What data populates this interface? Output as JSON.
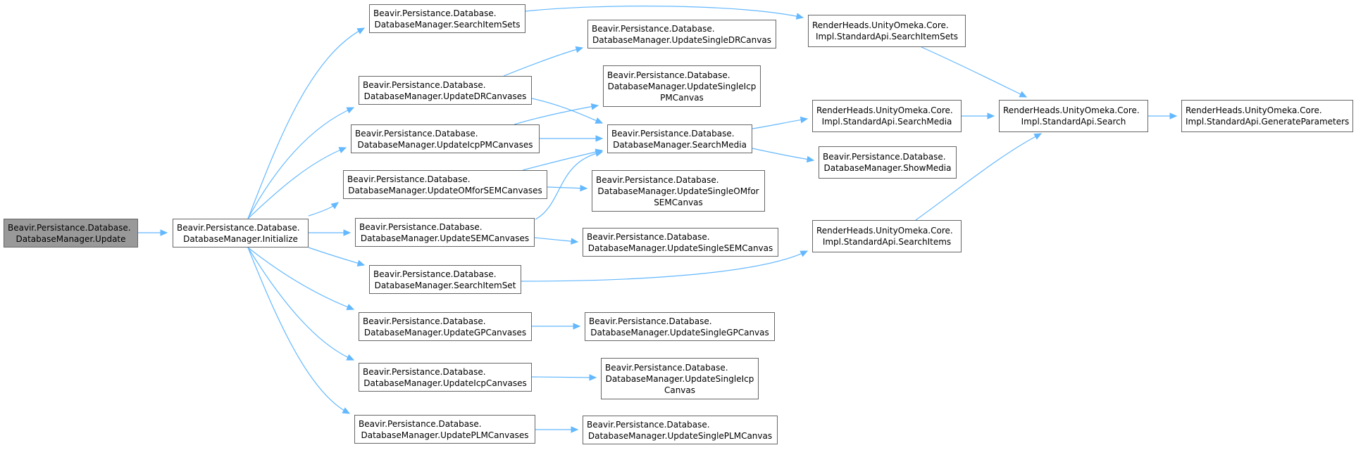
{
  "nodes": {
    "update": {
      "line1": "Beavir.Persistance.Database.",
      "line2": "DatabaseManager.Update"
    },
    "initialize": {
      "line1": "Beavir.Persistance.Database.",
      "line2": "DatabaseManager.Initialize"
    },
    "searchItemSets": {
      "line1": "Beavir.Persistance.Database.",
      "line2": "DatabaseManager.SearchItemSets"
    },
    "updateDRCanvases": {
      "line1": "Beavir.Persistance.Database.",
      "line2": "DatabaseManager.UpdateDRCanvases"
    },
    "updateIcpPMCanvases": {
      "line1": "Beavir.Persistance.Database.",
      "line2": "DatabaseManager.UpdateIcpPMCanvases"
    },
    "updateOMforSEMCanvases": {
      "line1": "Beavir.Persistance.Database.",
      "line2": "DatabaseManager.UpdateOMforSEMCanvases"
    },
    "updateSEMCanvases": {
      "line1": "Beavir.Persistance.Database.",
      "line2": "DatabaseManager.UpdateSEMCanvases"
    },
    "searchItemSet": {
      "line1": "Beavir.Persistance.Database.",
      "line2": "DatabaseManager.SearchItemSet"
    },
    "updateGPCanvases": {
      "line1": "Beavir.Persistance.Database.",
      "line2": "DatabaseManager.UpdateGPCanvases"
    },
    "updateIcpCanvases": {
      "line1": "Beavir.Persistance.Database.",
      "line2": "DatabaseManager.UpdateIcpCanvases"
    },
    "updatePLMCanvases": {
      "line1": "Beavir.Persistance.Database.",
      "line2": "DatabaseManager.UpdatePLMCanvases"
    },
    "updateSingleDRCanvas": {
      "line1": "Beavir.Persistance.Database.",
      "line2": "DatabaseManager.UpdateSingleDRCanvas"
    },
    "updateSingleIcpPMCanvas": {
      "line1": "Beavir.Persistance.Database.",
      "line2": "DatabaseManager.UpdateSingleIcp",
      "line3": "PMCanvas"
    },
    "searchMedia": {
      "line1": "Beavir.Persistance.Database.",
      "line2": "DatabaseManager.SearchMedia"
    },
    "updateSingleOMforSEMCanvas": {
      "line1": "Beavir.Persistance.Database.",
      "line2": "DatabaseManager.UpdateSingleOMfor",
      "line3": "SEMCanvas"
    },
    "updateSingleSEMCanvas": {
      "line1": "Beavir.Persistance.Database.",
      "line2": "DatabaseManager.UpdateSingleSEMCanvas"
    },
    "updateSingleGPCanvas": {
      "line1": "Beavir.Persistance.Database.",
      "line2": "DatabaseManager.UpdateSingleGPCanvas"
    },
    "updateSingleIcpCanvas": {
      "line1": "Beavir.Persistance.Database.",
      "line2": "DatabaseManager.UpdateSingleIcp",
      "line3": "Canvas"
    },
    "updateSinglePLMCanvas": {
      "line1": "Beavir.Persistance.Database.",
      "line2": "DatabaseManager.UpdateSinglePLMCanvas"
    },
    "apiSearchItemSets": {
      "line1": "RenderHeads.UnityOmeka.Core.",
      "line2": "Impl.StandardApi.SearchItemSets"
    },
    "apiSearchMedia": {
      "line1": "RenderHeads.UnityOmeka.Core.",
      "line2": "Impl.StandardApi.SearchMedia"
    },
    "showMedia": {
      "line1": "Beavir.Persistance.Database.",
      "line2": "DatabaseManager.ShowMedia"
    },
    "apiSearchItems": {
      "line1": "RenderHeads.UnityOmeka.Core.",
      "line2": "Impl.StandardApi.SearchItems"
    },
    "apiSearch": {
      "line1": "RenderHeads.UnityOmeka.Core.",
      "line2": "Impl.StandardApi.Search"
    },
    "apiGenerateParameters": {
      "line1": "RenderHeads.UnityOmeka.Core.",
      "line2": "Impl.StandardApi.GenerateParameters"
    }
  },
  "colors": {
    "edge": "#63b8ff",
    "node_border": "#666666",
    "current_fill": "#999999"
  }
}
